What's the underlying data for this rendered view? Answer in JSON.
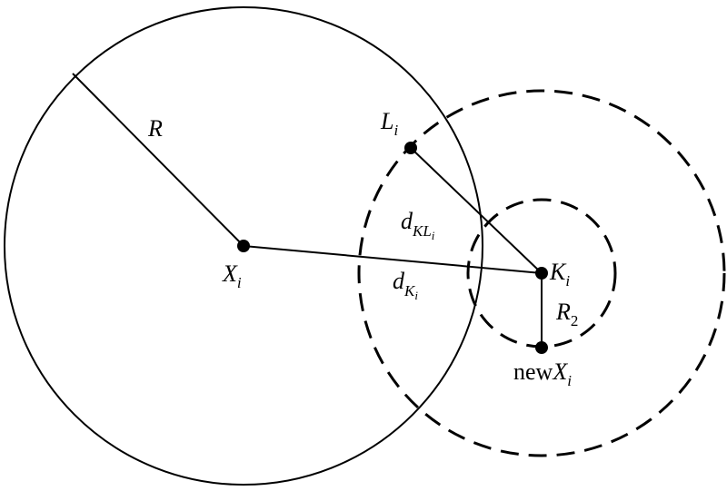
{
  "labels": {
    "radius_R": "R",
    "center_X": "X",
    "center_X_sub": "i",
    "point_L": "L",
    "point_L_sub": "i",
    "point_K": "K",
    "point_K_sub": "i",
    "radius_R2": "R",
    "radius_R2_sub": "2",
    "dist_KL": "d",
    "dist_KL_sub": "KL",
    "dist_KL_subsub": "i",
    "dist_K": "d",
    "dist_K_sub": "K",
    "dist_K_subsub": "i",
    "new_prefix": "new",
    "new_X": "X",
    "new_X_sub": "i"
  }
}
